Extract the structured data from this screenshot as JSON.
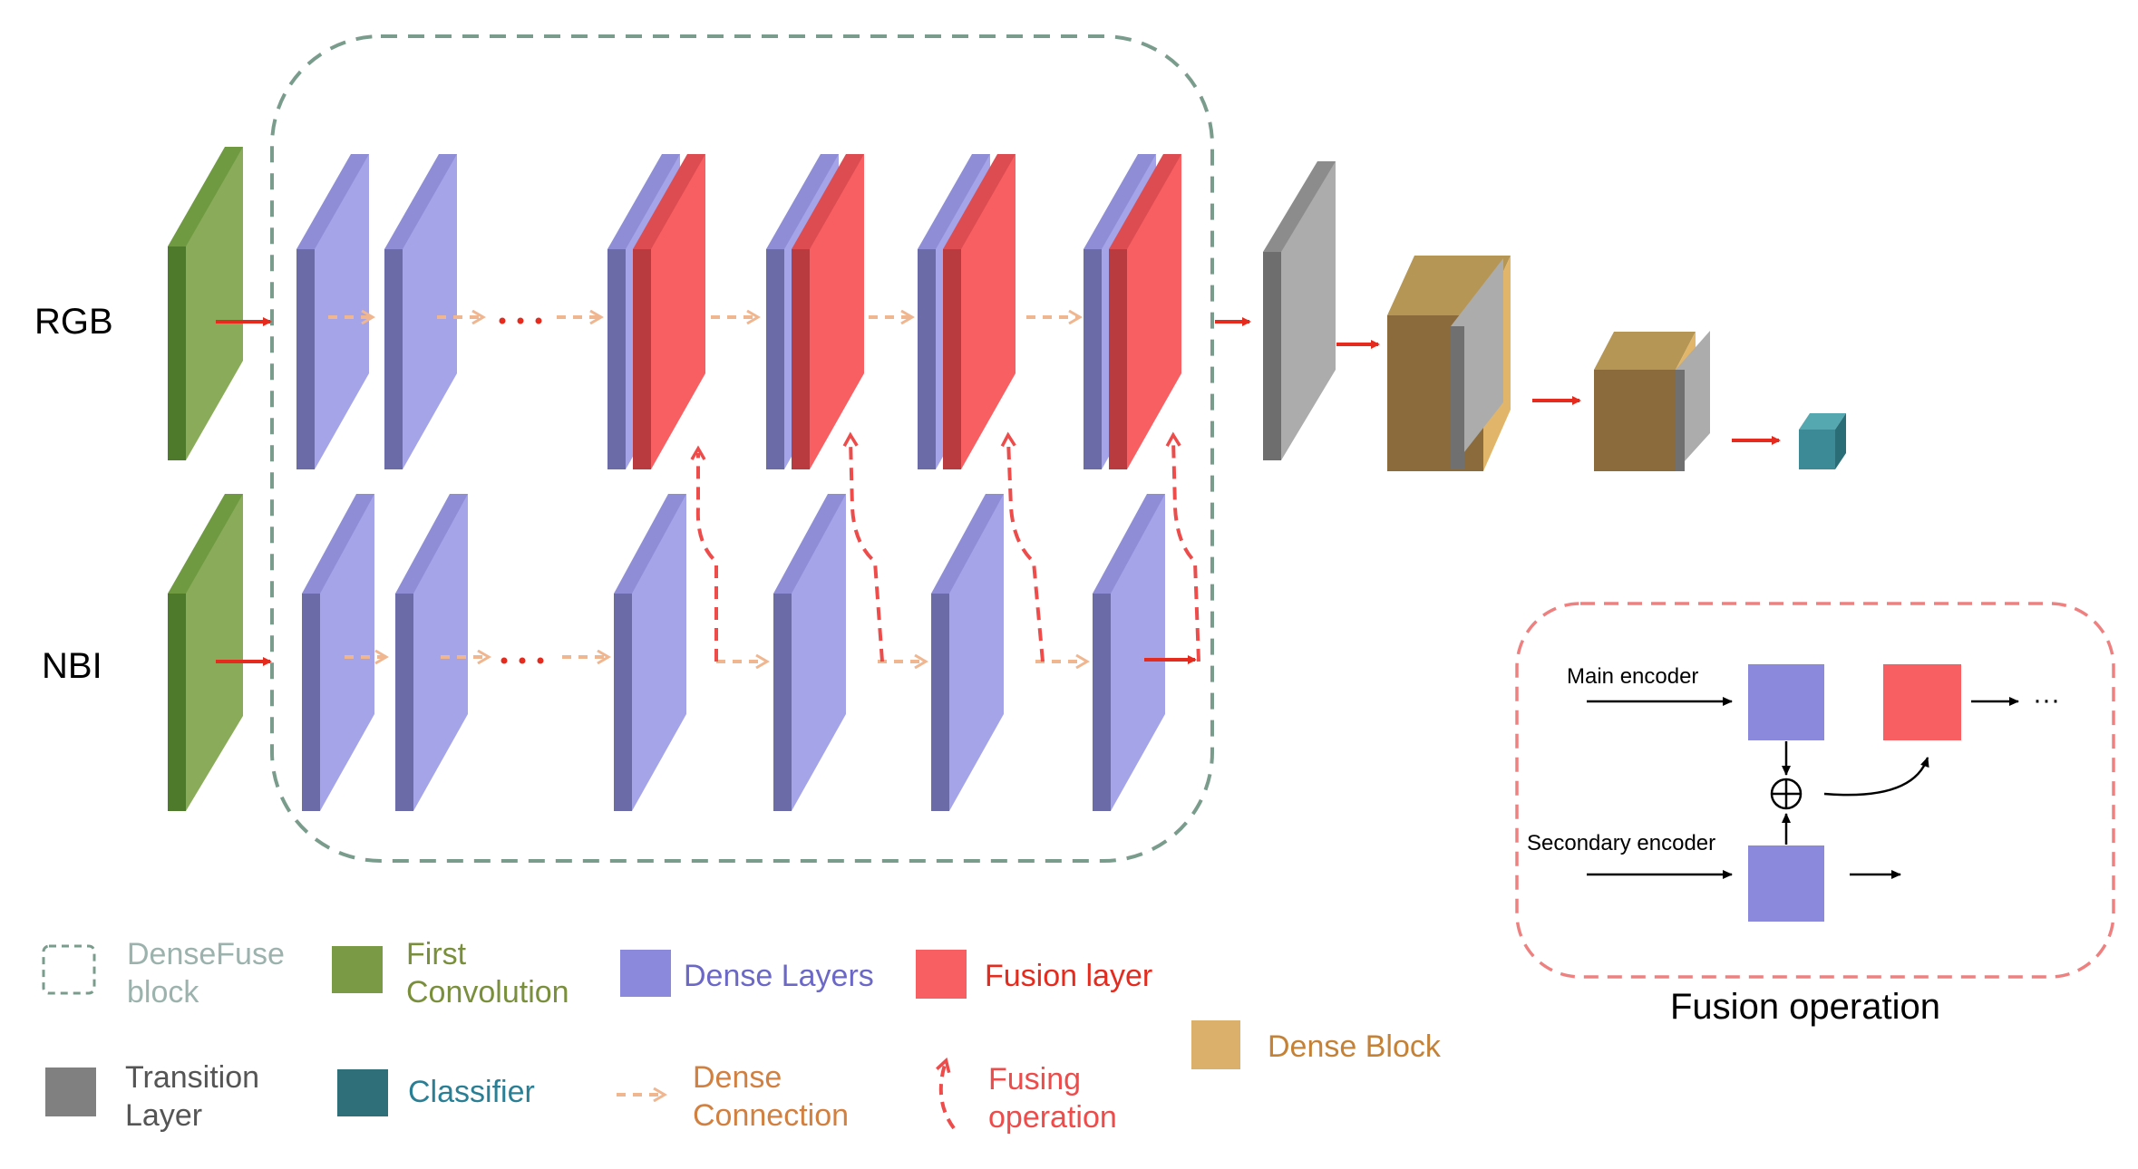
{
  "rows": {
    "rgb_label": "RGB",
    "nbi_label": "NBI"
  },
  "fusion_inset": {
    "title": "Fusion operation",
    "main_encoder": "Main encoder",
    "secondary_encoder": "Secondary encoder",
    "ellipsis": "···"
  },
  "legend": {
    "densefuse_block": [
      "DenseFuse",
      "block"
    ],
    "first_convolution": [
      "First",
      "Convolution"
    ],
    "dense_layers": "Dense Layers",
    "fusion_layer": "Fusion layer",
    "transition_layer": [
      "Transition",
      "Layer"
    ],
    "classifier": "Classifier",
    "dense_connection": [
      "Dense",
      "Connection"
    ],
    "fusing_operation": [
      "Fusing",
      "operation"
    ],
    "dense_block": "Dense Block"
  },
  "colors": {
    "first_conv": "#8aac5a",
    "dense_layer": "#a5a4e8",
    "fusion_layer": "#f85f62",
    "transition": "#9b9b9b",
    "dense_block": "#a98a4e",
    "classifier": "#3c8a96",
    "arrow_red": "#e52b1e",
    "dense_conn": "#f0b690",
    "fusing_op": "#ee4b4b",
    "block_border": "#7a9c8c",
    "inset_border": "#ee8080",
    "legend_densefuse_text": "#9cb2ad",
    "legend_first_text": "#7a8f3c",
    "legend_dense_text": "#6b68c8",
    "legend_fusion_text": "#e52b1e",
    "legend_transition_text": "#555555",
    "legend_classifier_text": "#2b7f95",
    "legend_connection_text": "#d28040",
    "legend_fusing_text": "#ee4b4b",
    "legend_block_text": "#c58237"
  }
}
